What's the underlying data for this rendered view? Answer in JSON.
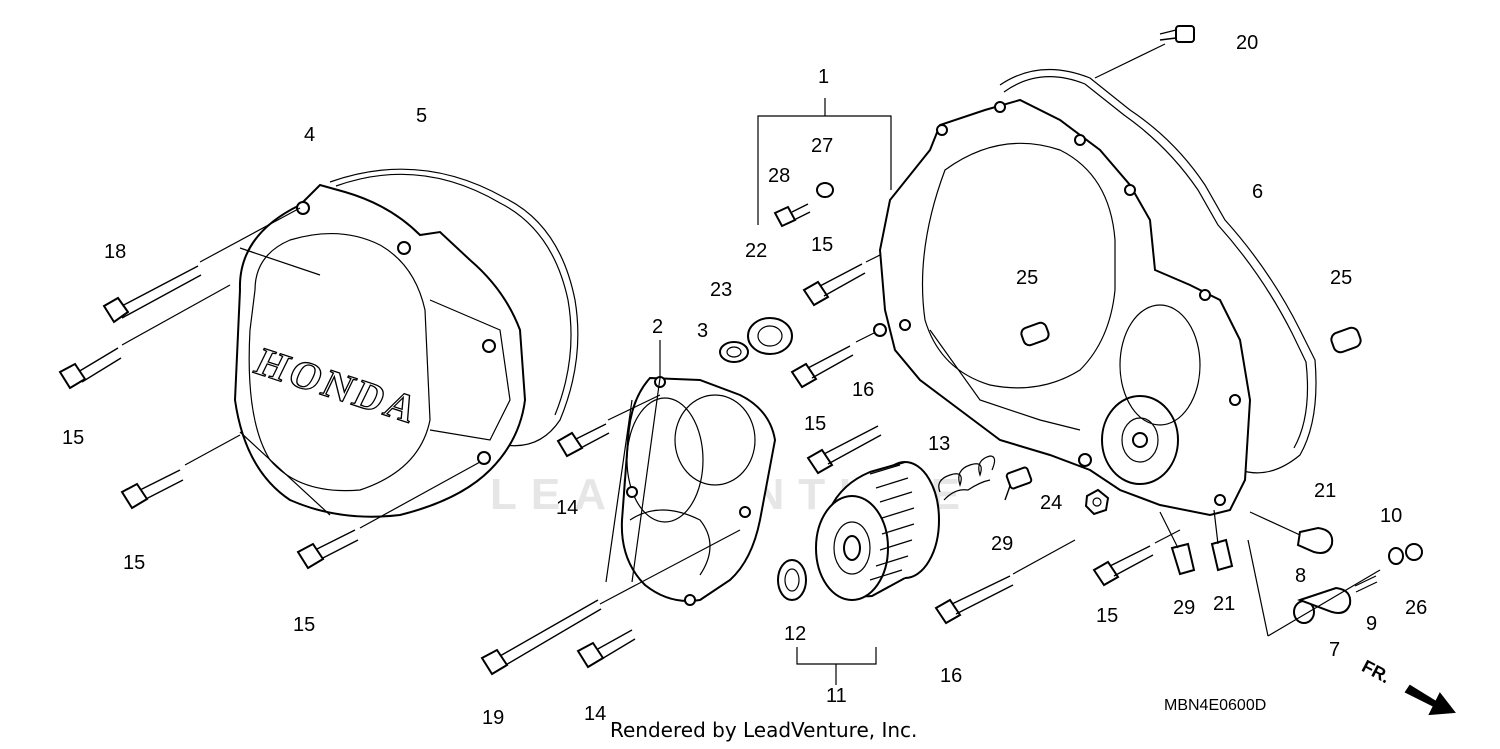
{
  "diagram": {
    "brand_text": "HONDA",
    "watermark": "LEADVENTURE",
    "diagram_code": "MBN4E0600D",
    "credit": "Rendered by LeadVenture, Inc.",
    "direction_label": "FR.",
    "callouts": [
      {
        "id": "c1",
        "label": "1"
      },
      {
        "id": "c2",
        "label": "2"
      },
      {
        "id": "c3",
        "label": "3"
      },
      {
        "id": "c4",
        "label": "4"
      },
      {
        "id": "c5",
        "label": "5"
      },
      {
        "id": "c6",
        "label": "6"
      },
      {
        "id": "c7",
        "label": "7"
      },
      {
        "id": "c8",
        "label": "8"
      },
      {
        "id": "c9",
        "label": "9"
      },
      {
        "id": "c10",
        "label": "10"
      },
      {
        "id": "c11",
        "label": "11"
      },
      {
        "id": "c12",
        "label": "12"
      },
      {
        "id": "c13",
        "label": "13"
      },
      {
        "id": "c14a",
        "label": "14"
      },
      {
        "id": "c14b",
        "label": "14"
      },
      {
        "id": "c15a",
        "label": "15"
      },
      {
        "id": "c15b",
        "label": "15"
      },
      {
        "id": "c15c",
        "label": "15"
      },
      {
        "id": "c15d",
        "label": "15"
      },
      {
        "id": "c15e",
        "label": "15"
      },
      {
        "id": "c15f",
        "label": "15"
      },
      {
        "id": "c16a",
        "label": "16"
      },
      {
        "id": "c16b",
        "label": "16"
      },
      {
        "id": "c18",
        "label": "18"
      },
      {
        "id": "c19",
        "label": "19"
      },
      {
        "id": "c20",
        "label": "20"
      },
      {
        "id": "c21a",
        "label": "21"
      },
      {
        "id": "c21b",
        "label": "21"
      },
      {
        "id": "c22",
        "label": "22"
      },
      {
        "id": "c23",
        "label": "23"
      },
      {
        "id": "c24",
        "label": "24"
      },
      {
        "id": "c25a",
        "label": "25"
      },
      {
        "id": "c25b",
        "label": "25"
      },
      {
        "id": "c26",
        "label": "26"
      },
      {
        "id": "c27",
        "label": "27"
      },
      {
        "id": "c28",
        "label": "28"
      },
      {
        "id": "c29a",
        "label": "29"
      },
      {
        "id": "c29b",
        "label": "29"
      }
    ]
  }
}
